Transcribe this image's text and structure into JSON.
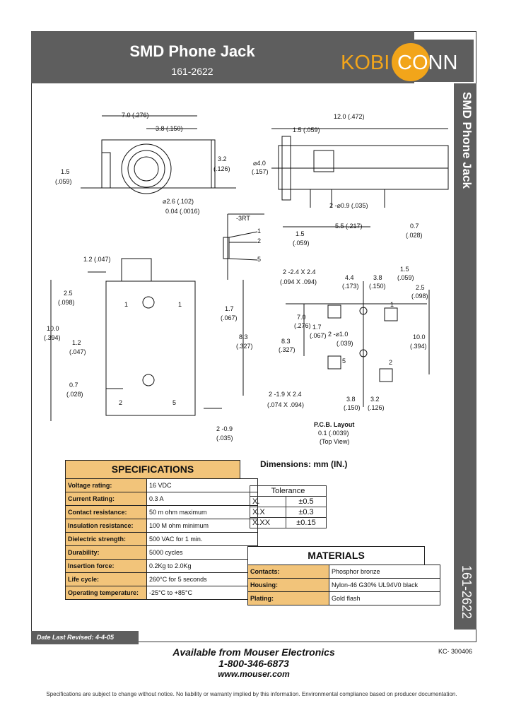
{
  "header": {
    "title": "SMD Phone Jack",
    "part_number": "161-2622"
  },
  "logo": {
    "left": "KOBI",
    "right": "CONN",
    "brand_color": "#f2a51a",
    "text_color": "#ffffff"
  },
  "side": {
    "title": "SMD Phone Jack",
    "part_number": "161-2622"
  },
  "drawing": {
    "top_left": {
      "d1": "7.0 (.276)",
      "d2": "3.8 (.150)",
      "d3": "3.2",
      "d3b": "(.126)",
      "d4": "1.5",
      "d4b": "(.059)",
      "d5": "⌀2.6 (.102)",
      "d6": "0.04 (.0016)"
    },
    "top_right": {
      "d1": "12.0 (.472)",
      "d2": "1.5 (.059)",
      "d3": "⌀4.0",
      "d3b": "(.157)",
      "d4": "2 -⌀0.9 (.035)",
      "d5": "1.5",
      "d5b": "(.059)",
      "d6": "5.5 (.217)",
      "d7": "0.7",
      "d7b": "(.028)"
    },
    "schematic": {
      "label": "-3RT",
      "pin1": "1",
      "pin2": "2",
      "pin5": "5"
    },
    "bottom_left": {
      "d1": "1.2 (.047)",
      "d2": "2.5",
      "d2b": "(.098)",
      "d3": "10.0",
      "d3b": "(.394)",
      "d4": "1.2",
      "d4b": "(.047)",
      "d5": "0.7",
      "d5b": "(.028)",
      "d6": "1.7",
      "d6b": "(.067)",
      "d7": "8.3",
      "d7b": "(.327)",
      "d8": "2 -0.9",
      "d8b": "(.035)",
      "pin1a": "1",
      "pin1b": "1",
      "pin2": "2",
      "pin5": "5"
    },
    "pcb": {
      "d1": "2 -2.4 X 2.4",
      "d1b": "(.094 X .094)",
      "d2": "4.4",
      "d2b": "(.173)",
      "d3": "3.8",
      "d3b": "(.150)",
      "d4": "1.5",
      "d4b": "(.059)",
      "d5": "2.5",
      "d5b": "(.098)",
      "d6": "7.0",
      "d6b": "(.276)",
      "d7": "8.3",
      "d7b": "(.327)",
      "d8": "1.7",
      "d8b": "(.067)",
      "d9": "2 -⌀1.0",
      "d9b": "(.039)",
      "d10": "10.0",
      "d10b": "(.394)",
      "d11": "2 -1.9 X 2.4",
      "d11b": "(.074 X .094)",
      "d12": "3.8",
      "d12b": "(.150)",
      "d13": "3.2",
      "d13b": "(.126)",
      "pad1": "1",
      "pad2": "2",
      "pad5": "5",
      "title": "P.C.B. Layout",
      "tol": "0.1 (.0039)",
      "view": "(Top View)"
    }
  },
  "specifications": {
    "heading": "SPECIFICATIONS",
    "rows": [
      {
        "key": "Voltage rating:",
        "value": "16 VDC"
      },
      {
        "key": "Current Rating:",
        "value": "0.3 A"
      },
      {
        "key": "Contact resistance:",
        "value": "50 m ohm maximum"
      },
      {
        "key": "Insulation resistance:",
        "value": "100 M ohm minimum"
      },
      {
        "key": "Dielectric strength:",
        "value": "500 VAC for 1 min."
      },
      {
        "key": "Durability:",
        "value": "5000 cycles"
      },
      {
        "key": "Insertion force:",
        "value": "0.2Kg to 2.0Kg"
      },
      {
        "key": "Life cycle:",
        "value": "260°C for 5 seconds"
      },
      {
        "key": "Operating temperature:",
        "value": "-25°C to +85°C"
      }
    ],
    "key_bg": "#f2c47a"
  },
  "dimensions_label": "Dimensions: mm (IN.)",
  "tolerance": {
    "heading": "Tolerance",
    "rows": [
      {
        "key": "X.",
        "value": "±0.5"
      },
      {
        "key": "X.X",
        "value": "±0.3"
      },
      {
        "key": "X.XX",
        "value": "±0.15"
      }
    ]
  },
  "materials": {
    "heading": "MATERIALS",
    "rows": [
      {
        "key": "Contacts:",
        "value": "Phosphor bronze"
      },
      {
        "key": "Housing:",
        "value": "Nylon-46 G30% UL94V0 black"
      },
      {
        "key": "Plating:",
        "value": "Gold flash"
      }
    ]
  },
  "revised": "Date Last Revised:  4-4-05",
  "kc": "KC- 300406",
  "availability": {
    "line1": "Available from Mouser Electronics",
    "line2": "1-800-346-6873",
    "line3": "www.mouser.com"
  },
  "footnote": "Specifications are subject to change without notice. No liability or warranty implied by this information. Environmental compliance based on producer documentation."
}
